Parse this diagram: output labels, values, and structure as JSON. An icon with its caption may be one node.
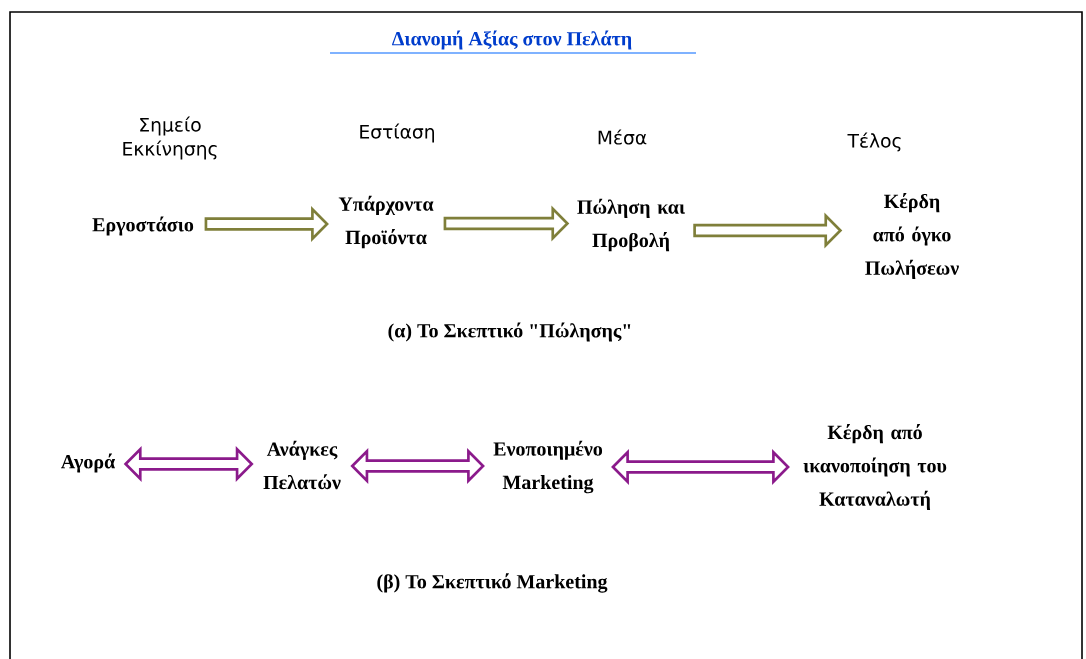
{
  "diagram": {
    "title": "Διανομή Αξίας στον Πελάτη",
    "nodes": [
      {
        "text": [
          "Εργοστάσιο"
        ]
      },
      {
        "text": [
          "Υπάρχοντα Προϊόντα"
        ]
      },
      {
        "text": [
          "Πώληση και Προβολή"
        ]
      },
      {
        "text": [
          "Κέρδη από όγκο Πωλήσεων"
        ]
      },
      {
        "text": [
          "Αγορά"
        ]
      },
      {
        "text": [
          "Ανάγκες Πελατών"
        ]
      },
      {
        "text": [
          "Ενοποιημένο Marketing"
        ]
      },
      {
        "text": [
          "Κέρδη από ικανοποίηση του Καταναλωτή"
        ]
      }
    ],
    "edges": [
      {
        "from": 0,
        "to": 1,
        "arrow": "to",
        "color": "#7f7f3a"
      },
      {
        "from": 1,
        "to": 2,
        "arrow": "to",
        "color": "#7f7f3a"
      },
      {
        "from": 2,
        "to": 3,
        "arrow": "to",
        "color": "#7f7f3a"
      },
      {
        "from": 4,
        "to": 5,
        "arrow": "both",
        "color": "#8b1a8b"
      },
      {
        "from": 5,
        "to": 6,
        "arrow": "both",
        "color": "#8b1a8b"
      },
      {
        "from": 6,
        "to": 7,
        "arrow": "both",
        "color": "#8b1a8b"
      }
    ],
    "labels": [
      "Σημείο Εκκίνησης",
      "Εστίαση",
      "Μέσα",
      "Τέλος",
      "(α) Το Σκεπτικό \"Πώλησης\"",
      "(β) Το Σκεπτικό Marketing"
    ]
  }
}
